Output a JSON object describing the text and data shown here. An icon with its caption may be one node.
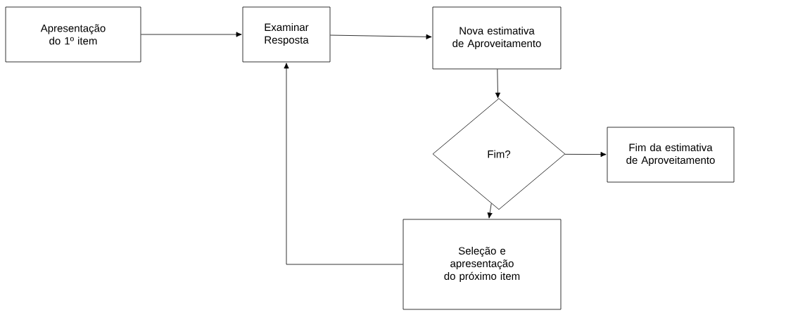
{
  "diagram": {
    "nodes": [
      {
        "text": [
          "Apresentação do 1º item"
        ]
      },
      {
        "text": [
          "Examinar Resposta"
        ]
      },
      {
        "text": [
          "Nova estimativa de Aproveitamento"
        ]
      },
      {
        "text": [
          "Fim?"
        ]
      },
      {
        "text": [
          "Fim da estimativa de Aproveitamento"
        ]
      },
      {
        "text": [
          "Seleção e apresentação do próximo item"
        ]
      }
    ],
    "edges": [
      {
        "from": 0,
        "to": 1,
        "arrow": "to"
      },
      {
        "from": 1,
        "to": 2,
        "arrow": "to"
      },
      {
        "from": 2,
        "to": 3,
        "arrow": "to"
      },
      {
        "from": 3,
        "to": 4,
        "arrow": "to"
      },
      {
        "from": 3,
        "to": 5,
        "arrow": "to"
      },
      {
        "from": 5,
        "to": 1,
        "arrow": "to"
      }
    ]
  }
}
